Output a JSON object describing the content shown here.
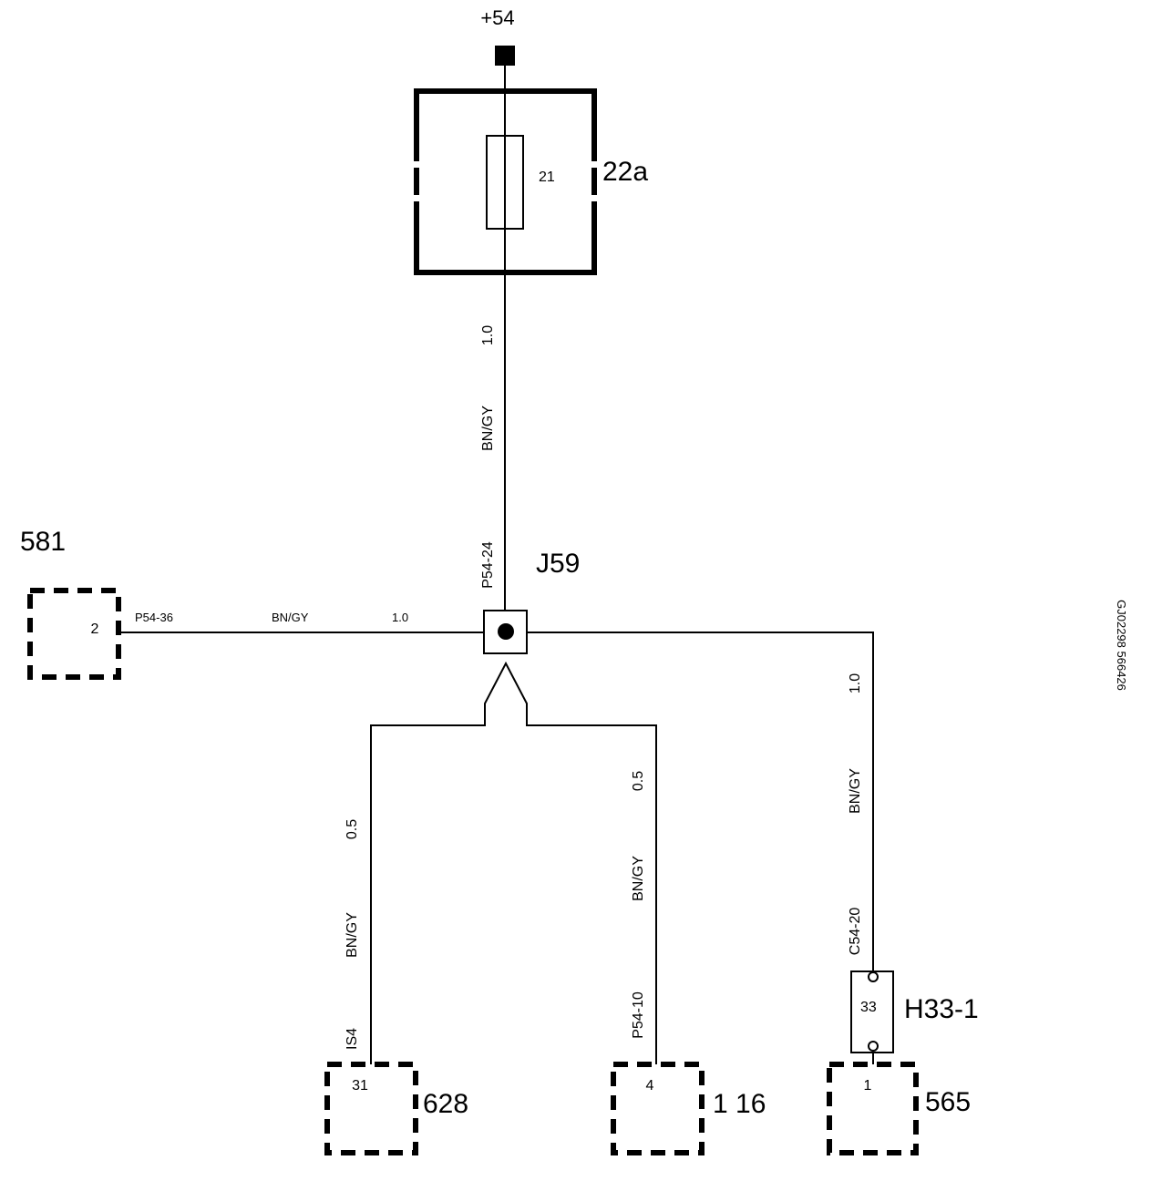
{
  "supply": {
    "label": "+54"
  },
  "fuse_box": {
    "label": "22a",
    "fuse_number": "21"
  },
  "junction": {
    "label": "J59",
    "pin_label": "P54-24"
  },
  "wire_top": {
    "gauge": "1.0",
    "color": "BN/GY"
  },
  "connector_581": {
    "label": "581",
    "pin": "2",
    "pin_label": "P54-36",
    "wire_color": "BN/GY",
    "wire_gauge": "1.0"
  },
  "wire_628": {
    "gauge": "0.5",
    "color": "BN/GY",
    "pin_label": "IS4"
  },
  "connector_628": {
    "label": "628",
    "pin": "31"
  },
  "wire_116": {
    "gauge": "0.5",
    "color": "BN/GY",
    "pin_label": "P54-10"
  },
  "connector_116": {
    "label": "1 16",
    "pin": "4"
  },
  "wire_565": {
    "gauge": "1.0",
    "color": "BN/GY",
    "pin_label": "C54-20"
  },
  "connector_h33": {
    "label": "H33-1",
    "pin": "33"
  },
  "connector_565": {
    "label": "565",
    "pin": "1"
  },
  "drawing_id": "GJ02298 566426"
}
